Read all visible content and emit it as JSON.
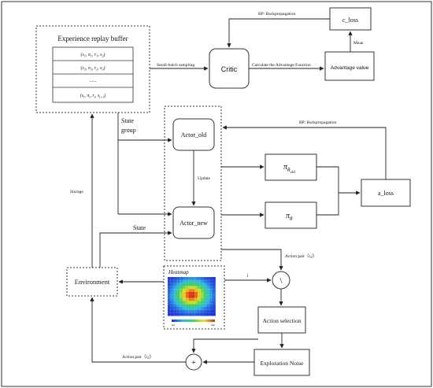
{
  "nodes": {
    "replay_buffer_title": "Experience replay buffer",
    "replay_rows": [
      {
        "var": "s",
        "idx": "1",
        "sep_a": ", π",
        "sep_b": ", r",
        "sep_c": ", s",
        "next": "2"
      },
      {
        "var": "s",
        "idx": "2",
        "sep_a": ", π",
        "sep_b": ", r",
        "sep_c": ", s",
        "next": "3"
      },
      {
        "ellipsis": "......"
      },
      {
        "var": "s",
        "idx": "t",
        "sep_a": ", π",
        "sep_b": ", r",
        "sep_c": ", s",
        "next": "t+1"
      }
    ],
    "critic": "Critic",
    "c_loss": "c_loss",
    "advantage_value": "Advantage value",
    "actor_old": "Actor_old",
    "actor_new": "Actor_new",
    "pi_old_base": "π",
    "pi_old_sub": "θ",
    "pi_old_subsub": "old",
    "pi_new_base": "π",
    "pi_new_sub": "θ",
    "a_loss": "a_loss",
    "environment": "Environment",
    "heatmap_title": "Heatmap",
    "heatmap_scale_low": "low",
    "heatmap_scale_high": "high",
    "divide_op": "\\",
    "action_selection": "Action selection",
    "exploration_noise": "Exploration Noise",
    "plus_op": "+"
  },
  "edge_labels": {
    "bp_critic": "BP: Backpropagation",
    "mean": "Mean",
    "small_batch": "Small-batch sampling",
    "calc_advantage": "Calculate the Advantage Function",
    "bp_actor": "BP: Backpropagation",
    "update": "Update",
    "state_group_1": "State",
    "state_group_2": "group",
    "storage": "Storage",
    "state": "State",
    "action_pair_ij": "Action pair（i,j）",
    "j": "j",
    "action_pair_i1j": "Action pair（i,j）"
  },
  "colors": {
    "line": "#222222",
    "box": "#222222"
  }
}
